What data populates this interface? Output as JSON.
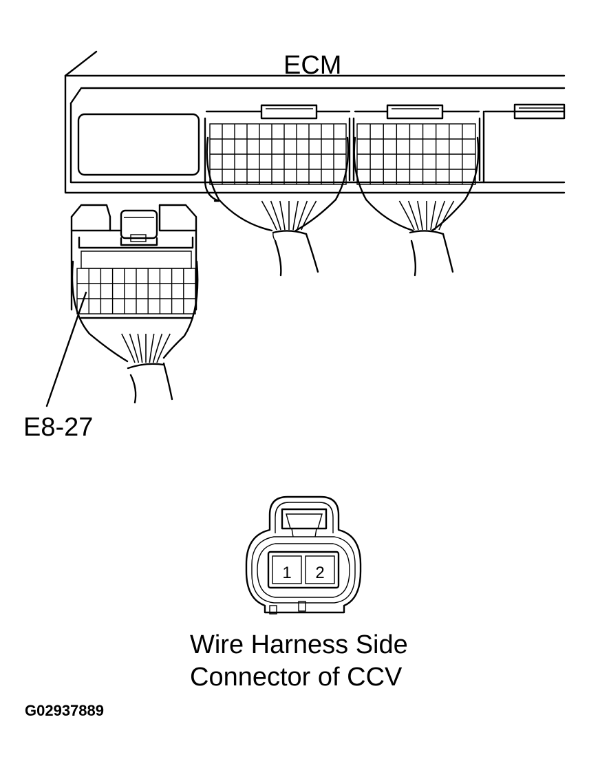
{
  "labels": {
    "ecm": "ECM",
    "ecm_connector": "E8-27",
    "caption_line1": "Wire Harness Side",
    "caption_line2": "Connector of CCV",
    "figure_code": "G02937889"
  },
  "ccv_connector": {
    "pins": [
      "1",
      "2"
    ]
  }
}
